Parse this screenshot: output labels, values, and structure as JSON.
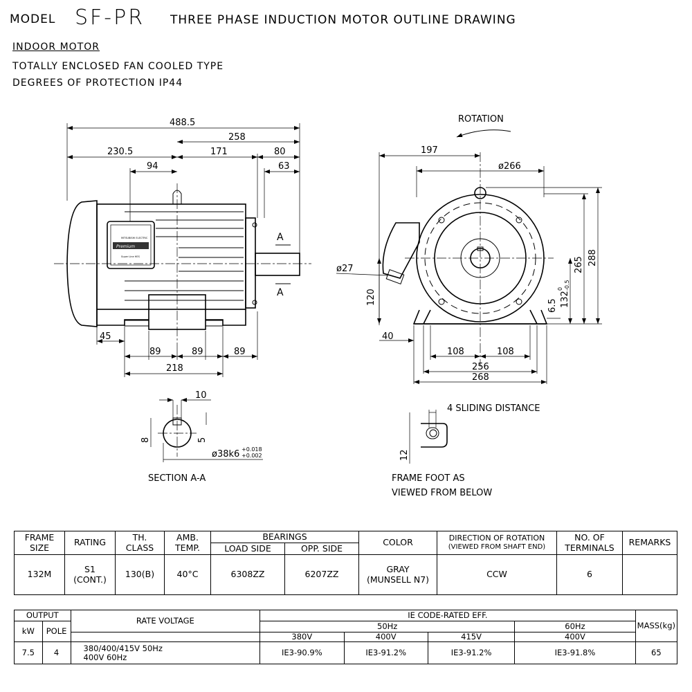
{
  "header": {
    "model_label": "MODEL",
    "model_name": "SF-PR",
    "title": "THREE PHASE INDUCTION MOTOR OUTLINE DRAWING",
    "subtitle1": "INDOOR MOTOR",
    "subtitle2": "TOTALLY ENCLOSED FAN COOLED TYPE",
    "subtitle3": "DEGREES OF PROTECTION IP44"
  },
  "side_view": {
    "dims": {
      "overall": "488.5",
      "d258": "258",
      "d230": "230.5",
      "d171": "171",
      "d80": "80",
      "d94": "94",
      "d63": "63",
      "d45": "45",
      "d89a": "89",
      "d89b": "89",
      "d89c": "89",
      "d218": "218"
    },
    "section_mark": "A"
  },
  "end_view": {
    "rotation_label": "ROTATION",
    "dims": {
      "d197": "197",
      "dia266": "ø266",
      "dia27": "ø27",
      "d120": "120",
      "d265": "265",
      "d288": "288",
      "d6_5": "6.5",
      "d132": "132",
      "d132_tol_upper": "0",
      "d132_tol_lower": "-0.5",
      "d40": "40",
      "d108a": "108",
      "d108b": "108",
      "d256": "256",
      "d268": "268"
    }
  },
  "section_aa": {
    "dims": {
      "d10": "10",
      "d8": "8",
      "d5": "5",
      "shaft": "ø38k6",
      "shaft_tol_upper": "+0.018",
      "shaft_tol_lower": "+0.002"
    },
    "caption": "SECTION A-A"
  },
  "frame_foot": {
    "sliding": "4 SLIDING DISTANCE",
    "d12": "12",
    "caption1": "FRAME FOOT AS",
    "caption2": "VIEWED FROM BELOW"
  },
  "nameplate": {
    "brand": "MITSUBISHI ELECTRIC",
    "series": "Premium",
    "efficiency": "Super Line HES"
  },
  "table1": {
    "headers": {
      "frame_size_1": "FRAME",
      "frame_size_2": "SIZE",
      "rating": "RATING",
      "th_class_1": "TH.",
      "th_class_2": "CLASS",
      "amb_temp_1": "AMB.",
      "amb_temp_2": "TEMP.",
      "bearings": "BEARINGS",
      "load_side": "LOAD SIDE",
      "opp_side": "OPP. SIDE",
      "color": "COLOR",
      "direction_1": "DIRECTION OF ROTATION",
      "direction_2": "(VIEWED FROM SHAFT END)",
      "terminals_1": "NO. OF",
      "terminals_2": "TERMINALS",
      "remarks": "REMARKS"
    },
    "row": {
      "frame_size": "132M",
      "rating_1": "S1",
      "rating_2": "(CONT.)",
      "th_class": "130(B)",
      "amb_temp": "40°C",
      "load_side": "6308ZZ",
      "opp_side": "6207ZZ",
      "color_1": "GRAY",
      "color_2": "(MUNSELL N7)",
      "direction": "CCW",
      "terminals": "6",
      "remarks": ""
    }
  },
  "table2": {
    "headers": {
      "output": "OUTPUT",
      "kw": "kW",
      "pole": "POLE",
      "rate_voltage": "RATE VOLTAGE",
      "ie_code": "IE CODE-RATED EFF.",
      "hz50": "50Hz",
      "hz60": "60Hz",
      "v380": "380V",
      "v400a": "400V",
      "v415": "415V",
      "v400b": "400V",
      "mass": "MASS(kg)"
    },
    "row": {
      "kw": "7.5",
      "pole": "4",
      "voltage_1": "380/400/415V 50Hz",
      "voltage_2": "400V 60Hz",
      "eff_380": "IE3-90.9%",
      "eff_400": "IE3-91.2%",
      "eff_415": "IE3-91.2%",
      "eff_60": "IE3-91.8%",
      "mass": "65"
    }
  }
}
